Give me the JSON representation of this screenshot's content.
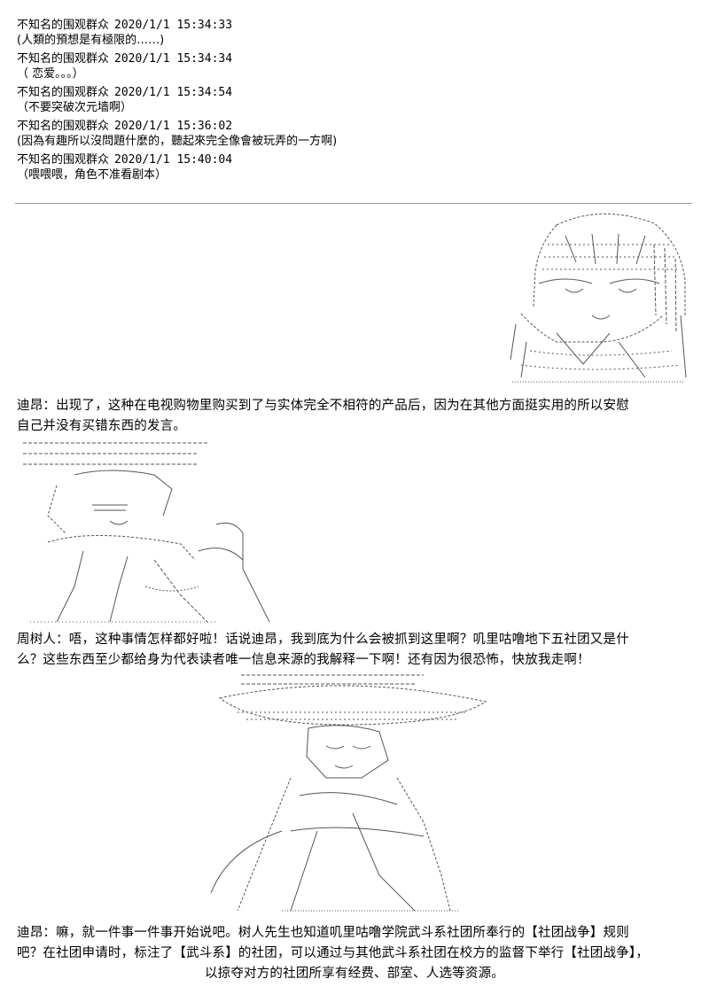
{
  "comments": [
    {
      "user": "不知名的围观群众",
      "time": "2020/1/1 15:34:33",
      "text": "(人類的預想是有極限的……)"
    },
    {
      "user": "不知名的围观群众",
      "time": "2020/1/1 15:34:34",
      "text": "（ 恋爱。。。）"
    },
    {
      "user": "不知名的围观群众",
      "time": "2020/1/1 15:34:54",
      "text": "（不要突破次元墙啊）"
    },
    {
      "user": "不知名的围观群众",
      "time": "2020/1/1 15:36:02",
      "text": "(因為有趣所以沒問題什麼的，聽起來完全像會被玩弄的一方啊)"
    },
    {
      "user": "不知名的围观群众",
      "time": "2020/1/1 15:40:04",
      "text": "（喂喂喂，角色不准看剧本）"
    }
  ],
  "dialogue": {
    "d1_l1": "迪昂：出现了，这种在电视购物里购买到了与实体完全不相符的产品后，因为在其他方面挺实用的所以安慰",
    "d1_l2": "自己并没有买错东西的发言。",
    "d2_l1": "周树人：唔，这种事情怎样都好啦！话说迪昂，我到底为什么会被抓到这里啊？叽里咕噜地下五社团又是什",
    "d2_l2": "么？这些东西至少都给身为代表读者唯一信息来源的我解释一下啊！还有因为很恐怖，快放我走啊！",
    "d3_l1": "迪昂：嘛，就一件事一件事开始说吧。树人先生也知道叽里咕噜学院武斗系社团所奉行的【社团战争】规则",
    "d3_l2": "吧？在社团申请时，标注了【武斗系】的社团，可以通过与其他武斗系社团在校方的监督下举行【社团战争】，",
    "d3_l3": "以掠夺对方的社团所享有经费、部室、人选等资源。"
  }
}
